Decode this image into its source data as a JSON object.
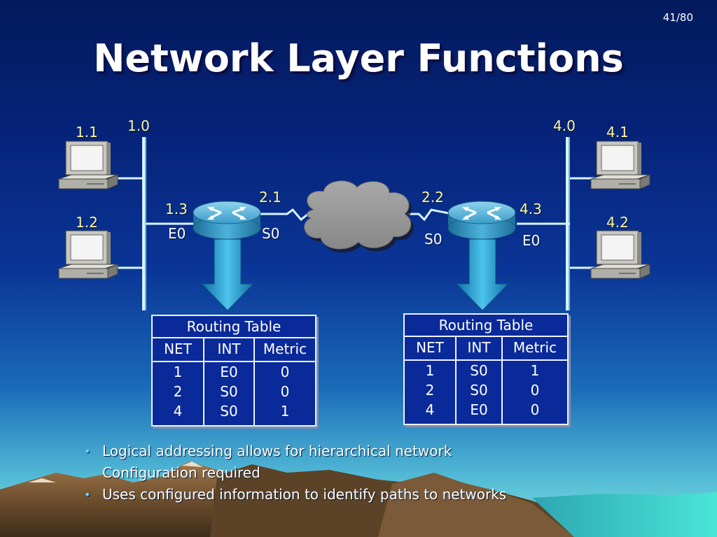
{
  "page_number": "41/80",
  "title": "Network Layer Functions",
  "network": {
    "left_net": "1.0",
    "right_net": "4.0",
    "host_1_1": "1.1",
    "host_1_2": "1.2",
    "host_4_1": "4.1",
    "host_4_2": "4.2",
    "router_left_addr_lan": "1.3",
    "router_left_if_lan": "E0",
    "router_left_addr_wan": "2.1",
    "router_left_if_wan": "S0",
    "router_right_addr_wan": "2.2",
    "router_right_if_wan": "S0",
    "router_right_addr_lan": "4.3",
    "router_right_if_lan": "E0"
  },
  "routing_tables": [
    {
      "title": "Routing Table",
      "headers": [
        "NET",
        "INT",
        "Metric"
      ],
      "net": [
        "1",
        "2",
        "4"
      ],
      "int": [
        "E0",
        "S0",
        "S0"
      ],
      "metric": [
        "0",
        "0",
        "1"
      ]
    },
    {
      "title": "Routing Table",
      "headers": [
        "NET",
        "INT",
        "Metric"
      ],
      "net": [
        "1",
        "2",
        "4"
      ],
      "int": [
        "S0",
        "S0",
        "E0"
      ],
      "metric": [
        "1",
        "0",
        "0"
      ]
    }
  ],
  "bullets": [
    "Logical addressing allows for hierarchical network",
    "Configuration required",
    "Uses configured information to identify paths to networks"
  ]
}
